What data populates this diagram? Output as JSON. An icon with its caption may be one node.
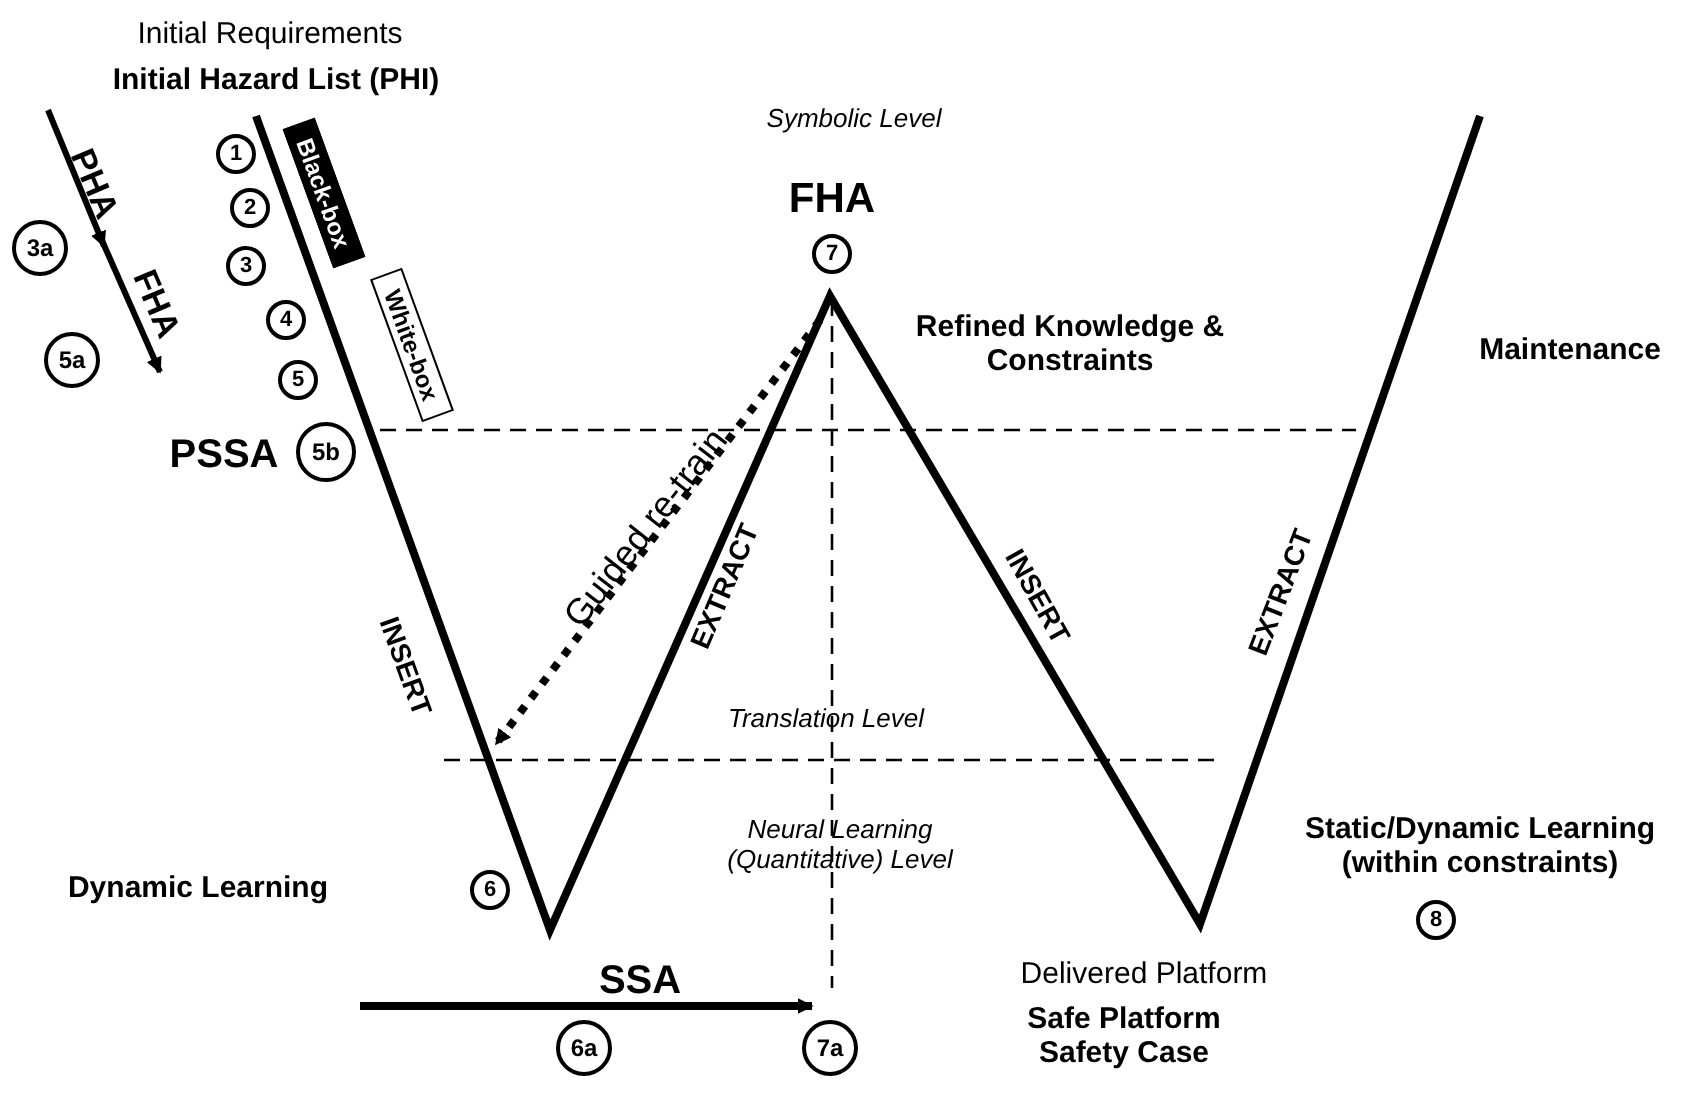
{
  "diagram": {
    "nodes": [
      {
        "text": [
          "1"
        ]
      },
      {
        "text": [
          "Black-box"
        ]
      },
      {
        "text": [
          "2"
        ]
      },
      {
        "text": [
          "3a"
        ]
      },
      {
        "text": [
          "3"
        ]
      },
      {
        "text": [
          "White-box"
        ]
      },
      {
        "text": [
          "4"
        ]
      },
      {
        "text": [
          "5a"
        ]
      },
      {
        "text": [
          "5"
        ]
      },
      {
        "text": [
          "5b"
        ]
      },
      {
        "text": [
          "7"
        ]
      },
      {
        "text": [
          "6"
        ]
      },
      {
        "text": [
          "8"
        ]
      },
      {
        "text": [
          "6a"
        ]
      },
      {
        "text": [
          "7a"
        ]
      }
    ],
    "edges": [],
    "labels": [
      "Initial Requirements",
      "Initial Hazard List (PHI)",
      "Symbolic Level",
      "PHA",
      "FHA",
      "FHA",
      "Refined Knowledge & Constraints",
      "Maintenance",
      "PSSA",
      "Guided re-train",
      "INSERT",
      "EXTRACT",
      "INSERT",
      "EXTRACT",
      "Translation Level",
      "Neural Learning (Quantitative) Level",
      "Dynamic Learning",
      "Static/Dynamic Learning (within constraints)",
      "SSA",
      "Delivered Platform",
      "Safe Platform Safety Case"
    ]
  }
}
